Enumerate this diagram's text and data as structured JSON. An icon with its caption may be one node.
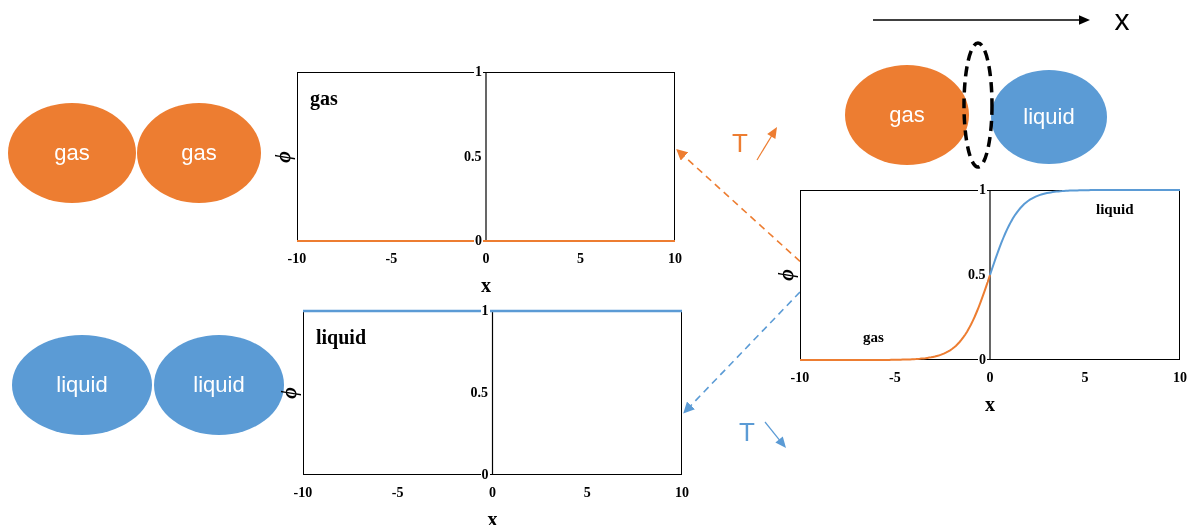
{
  "diagram": {
    "nodes": [
      {
        "text": [
          "gas"
        ]
      },
      {
        "text": [
          "gas"
        ]
      },
      {
        "text": [
          "liquid"
        ]
      },
      {
        "text": [
          "liquid"
        ]
      },
      {
        "text": [
          "gas"
        ]
      },
      {
        "text": [
          "liquid"
        ]
      },
      {
        "text": [
          "gas",
          "1",
          "0.5",
          "0"
        ],
        "beside": [
          "-10",
          "-5",
          "0",
          "5",
          "10",
          "x",
          "ϕ"
        ]
      },
      {
        "text": [
          "liquid",
          "1",
          "0.5",
          "0"
        ],
        "beside": [
          "-10",
          "-5",
          "0",
          "5",
          "10",
          "x",
          "ϕ"
        ]
      },
      {
        "text": [
          "liquid",
          "gas",
          "1",
          "0.5",
          "0"
        ],
        "beside": [
          "-10",
          "-5",
          "0",
          "5",
          "10",
          "x",
          "ϕ"
        ]
      },
      {
        "text": [],
        "shape": "ellipse"
      }
    ],
    "edges": [
      {
        "from": 8,
        "to": 6,
        "arrow": "to",
        "style": "dashed",
        "color": "#ed7d31"
      },
      {
        "from": 8,
        "to": 7,
        "arrow": "to",
        "style": "dashed",
        "color": "#5b9bd5"
      }
    ],
    "labels": [
      "x",
      "T",
      "T"
    ]
  }
}
